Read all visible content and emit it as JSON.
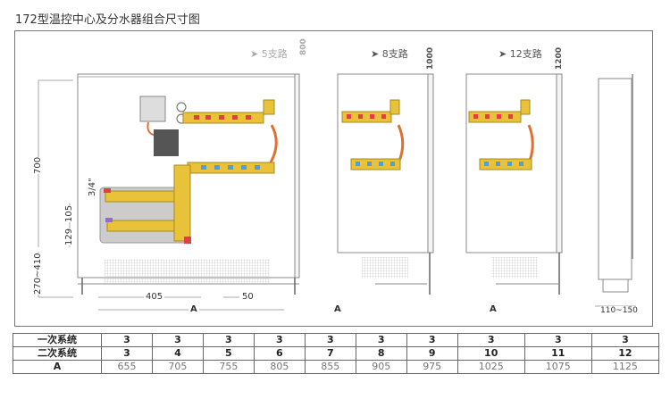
{
  "title": "172型温控中心及分水器组合尺寸图",
  "variants": [
    {
      "label": "5支路",
      "height": "800",
      "color": "#aaaaaa"
    },
    {
      "label": "8支路",
      "height": "1000",
      "color": "#555555"
    },
    {
      "label": "12支路",
      "height": "1200",
      "color": "#555555"
    }
  ],
  "dimensions": {
    "cabinet_height": "700",
    "pipe_size": "3/4\"",
    "spacing_105": "105",
    "spacing_129": "129",
    "base_height": "270~410",
    "width_405": "405",
    "width_50": "50",
    "width_A": "A",
    "depth": "110~150"
  },
  "table": {
    "rows": [
      {
        "label": "一次系统",
        "values": [
          "3",
          "3",
          "3",
          "3",
          "3",
          "3",
          "3",
          "3",
          "3",
          "3"
        ]
      },
      {
        "label": "二次系统",
        "values": [
          "3",
          "4",
          "5",
          "6",
          "7",
          "8",
          "9",
          "10",
          "11",
          "12"
        ]
      },
      {
        "label": "A",
        "values": [
          "655",
          "705",
          "755",
          "805",
          "855",
          "905",
          "975",
          "1025",
          "1075",
          "1125"
        ]
      }
    ]
  },
  "colors": {
    "brass": "#e8c33a",
    "supply_red": "#e04040",
    "return_blue": "#4aa0e0",
    "pipe_orange": "#e07030",
    "pump_gray": "#555555"
  }
}
